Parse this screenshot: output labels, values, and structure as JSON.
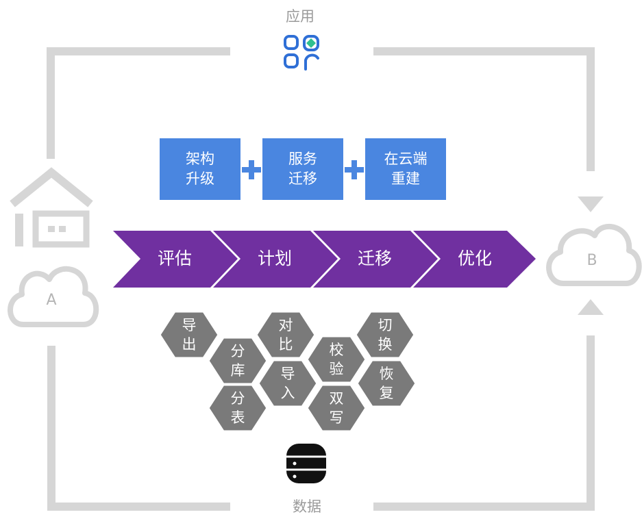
{
  "top_label": "应用",
  "bottom_label": "数据",
  "cloud_a_label": "A",
  "cloud_b_label": "B",
  "blue_boxes": [
    {
      "label": "架构\n升级"
    },
    {
      "label": "服务\n迁移"
    },
    {
      "label": "在云端\n重建"
    }
  ],
  "steps": [
    {
      "label": "评估"
    },
    {
      "label": "计划"
    },
    {
      "label": "迁移"
    },
    {
      "label": "优化"
    }
  ],
  "hexagons": [
    {
      "label": "导\n出"
    },
    {
      "label": "分\n库"
    },
    {
      "label": "分\n表"
    },
    {
      "label": "对\n比"
    },
    {
      "label": "导\n入"
    },
    {
      "label": "校\n验"
    },
    {
      "label": "双\n写"
    },
    {
      "label": "切\n换"
    },
    {
      "label": "恢\n复"
    }
  ],
  "colors": {
    "frame": "#d6d6d6",
    "blue": "#4a86e0",
    "purple": "#7030a0",
    "hex": "#7a7a7a",
    "app_icon_blue": "#2f6fd6",
    "app_icon_green": "#2fbf8f"
  },
  "icons": [
    "app-grid-icon",
    "database-icon",
    "house-icon",
    "cloud-icon",
    "plus-icon",
    "arrow-down-icon",
    "arrow-up-icon"
  ]
}
